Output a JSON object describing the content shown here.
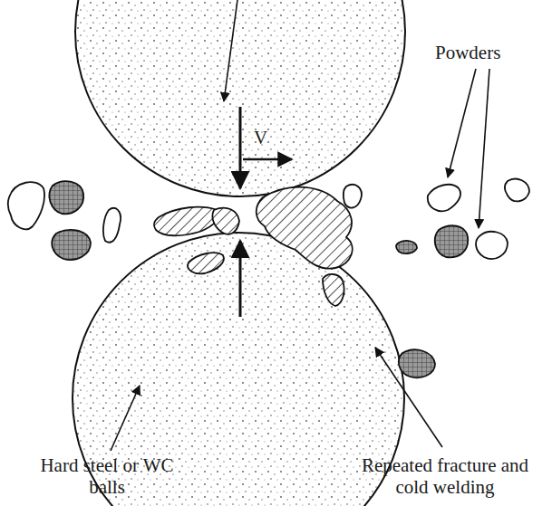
{
  "diagram": {
    "labels": [
      "Powders",
      "V",
      "Hard steel or WC balls",
      "Repeated fracture and cold welding"
    ]
  }
}
